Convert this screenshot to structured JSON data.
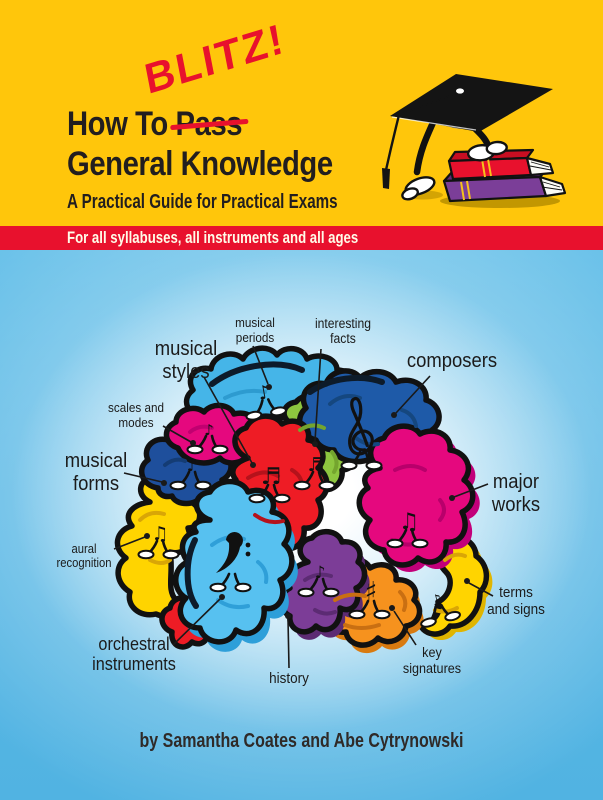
{
  "header": {
    "blitz": "BLITZ!",
    "title_prefix": "How To",
    "title_struck": "Pass",
    "title_line2": "General Knowledge",
    "subtitle": "A Practical Guide for Practical Exams"
  },
  "banner": {
    "text": "For all syllabuses, all instruments and all ages"
  },
  "illustration": {
    "icons": [
      "graduation-cap-icon",
      "books-stack-icon",
      "brain-icon",
      "music-note-icon",
      "treble-clef-icon",
      "bass-clef-icon",
      "sharp-sign-icon"
    ],
    "labels": {
      "musical_periods": "musical\nperiods",
      "interesting_facts": "interesting\nfacts",
      "musical_styles": "musical\nstyles",
      "composers": "composers",
      "scales_and_modes": "scales and\nmodes",
      "musical_forms": "musical\nforms",
      "major_works": "major\nworks",
      "aural_recognition": "aural\nrecognition",
      "orchestral_instruments": "orchestral\ninstruments",
      "history": "history",
      "key_signatures": "key\nsignatures",
      "terms_and_signs": "terms\nand signs"
    }
  },
  "footer": {
    "byline": "by Samantha Coates and Abe Cytrynowski"
  },
  "colors": {
    "header_yellow": "#FFC60B",
    "accent_red": "#E8112D",
    "panel_blue": "#57B7E5",
    "ink": "#221E1F"
  }
}
